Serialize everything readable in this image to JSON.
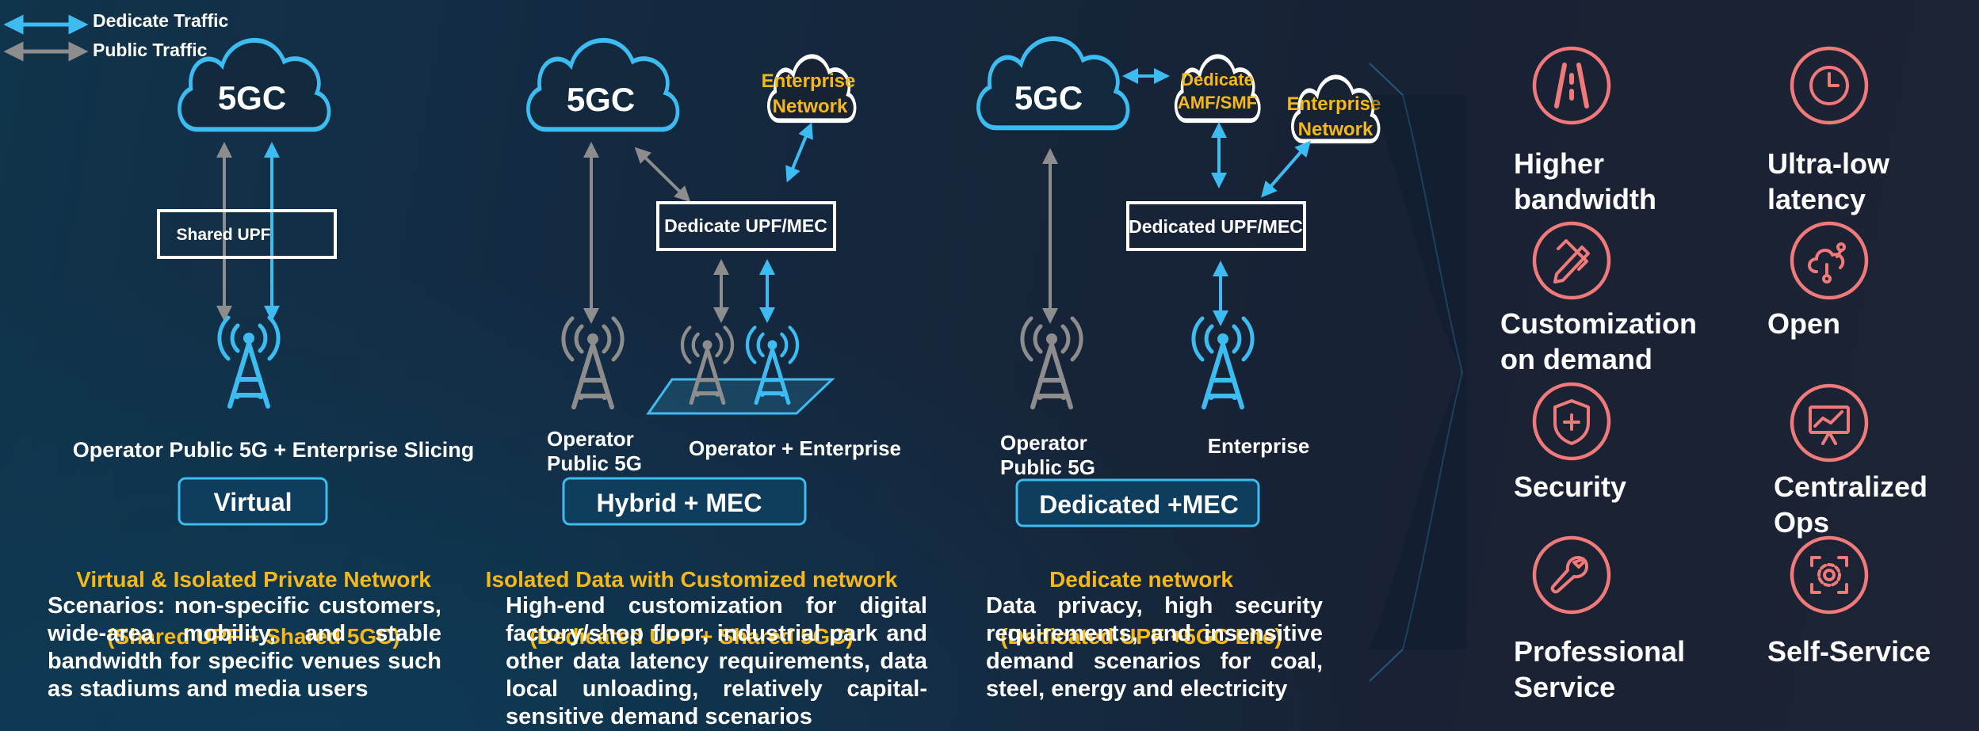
{
  "legend": {
    "dedicate": "Dedicate Traffic",
    "public": "Public Traffic"
  },
  "colors": {
    "dedicate": "#3cbcf0",
    "public": "#8d8d8d",
    "highlight": "#f5b818",
    "feature_icon": "#f07a7a",
    "box_stroke": "#ffffff"
  },
  "scenarios": [
    {
      "core_label": "5GC",
      "upf_label": "Shared UPF",
      "site_label": "Operator Public 5G + Enterprise Slicing",
      "mode": "Virtual",
      "subtitle_line1": "Virtual & Isolated  Private Network",
      "subtitle_line2": "(Shared UPF + Shared 5GC)",
      "description": "Scenarios: non-specific customers, wide-area mobility, and stable bandwidth for specific venues such as stadiums and media users"
    },
    {
      "core_label": "5GC",
      "enterprise_cloud": "Enterprise\nNetwork",
      "upf_label": "Dedicate UPF/MEC",
      "site_label_left": "Operator\nPublic 5G",
      "site_label_right": "Operator + Enterprise",
      "mode": "Hybrid + MEC",
      "subtitle_line1": "Isolated Data with Customized network",
      "subtitle_line2": "(Dedicated UPF + Shared 5GC)",
      "description": "High-end customization for digital factory/shop floor, industrial park and other data latency requirements, data local unloading, relatively capital-sensitive demand scenarios"
    },
    {
      "core_label": "5GC",
      "amf_cloud": "Dedicate\nAMF/SMF",
      "enterprise_cloud": "Enterprise\nNetwork",
      "upf_label": "Dedicated UPF/MEC",
      "site_label_left": "Operator\nPublic 5G",
      "site_label_right": "Enterprise",
      "mode": "Dedicated +MEC",
      "subtitle_line1": "Dedicate network",
      "subtitle_line2": "(Dedicated UPF +5GC Lite)",
      "description": "Data privacy, high security requirements, and insensitive demand scenarios for coal, steel, energy and electricity"
    }
  ],
  "features": [
    {
      "icon": "road-icon",
      "label": "Higher\nbandwidth"
    },
    {
      "icon": "clock-icon",
      "label": "Ultra-low\nlatency"
    },
    {
      "icon": "pencil-ruler-icon",
      "label": "Customization\non demand"
    },
    {
      "icon": "cloud-share-icon",
      "label": "Open"
    },
    {
      "icon": "shield-plus-icon",
      "label": "Security"
    },
    {
      "icon": "monitor-chart-icon",
      "label": "Centralized\nOps"
    },
    {
      "icon": "wrench-icon",
      "label": "Professional\nService"
    },
    {
      "icon": "gear-scan-icon",
      "label": "Self-Service"
    }
  ]
}
